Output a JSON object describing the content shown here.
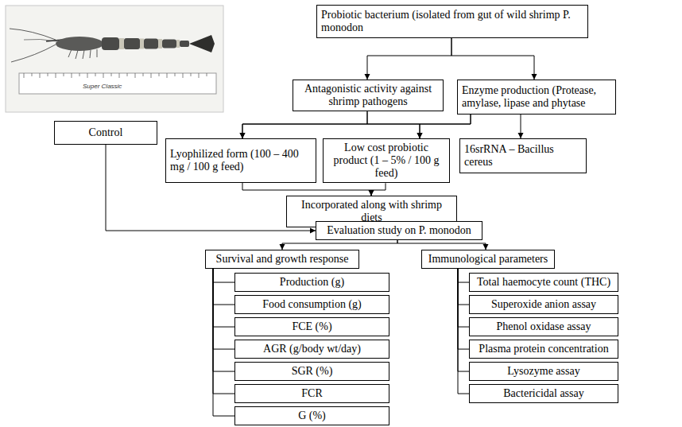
{
  "diagram": {
    "nodes": [
      {
        "text": [
          "Probiotic bacterium (isolated from gut of wild shrimp P. monodon"
        ]
      },
      {
        "text": [
          "Antagonistic activity against shrimp pathogens"
        ]
      },
      {
        "text": [
          "Enzyme production (Protease, amylase, lipase and phytase"
        ]
      },
      {
        "text": [
          "Control"
        ]
      },
      {
        "text": [
          "Lyophilized form (100 – 400 mg / 100 g feed)"
        ]
      },
      {
        "text": [
          "Low cost probiotic product (1 – 5% / 100 g feed)"
        ]
      },
      {
        "text": [
          "16srRNA – Bacillus cereus"
        ]
      },
      {
        "text": [
          "Incorporated along with shrimp diets"
        ]
      },
      {
        "text": [
          "Evaluation study on P. monodon"
        ]
      },
      {
        "text": [
          "Survival and growth response"
        ]
      },
      {
        "text": [
          "Immunological parameters"
        ]
      },
      {
        "text": [
          "Production (g)"
        ]
      },
      {
        "text": [
          "Food consumption (g)"
        ]
      },
      {
        "text": [
          "FCE (%)"
        ]
      },
      {
        "text": [
          "AGR (g/body wt/day)"
        ]
      },
      {
        "text": [
          "SGR (%)"
        ]
      },
      {
        "text": [
          "FCR"
        ]
      },
      {
        "text": [
          "G (%)"
        ]
      },
      {
        "text": [
          "Total haemocyte count (THC)"
        ]
      },
      {
        "text": [
          "Superoxide anion assay"
        ]
      },
      {
        "text": [
          "Phenol oxidase assay"
        ]
      },
      {
        "text": [
          "Plasma protein concentration"
        ]
      },
      {
        "text": [
          "Lysozyme assay"
        ]
      },
      {
        "text": [
          "Bactericidal assay"
        ]
      }
    ],
    "edges": [
      {
        "from": 0,
        "to": 1,
        "arrow": "to"
      },
      {
        "from": 0,
        "to": 2,
        "arrow": "to"
      },
      {
        "from": 1,
        "to": 4,
        "arrow": "to"
      },
      {
        "from": 1,
        "to": 5,
        "arrow": "to"
      },
      {
        "from": 2,
        "to": 4,
        "arrow": "to"
      },
      {
        "from": 2,
        "to": 5,
        "arrow": "to"
      },
      {
        "from": 2,
        "to": 6,
        "arrow": "to"
      },
      {
        "from": 4,
        "to": 7,
        "arrow": "to"
      },
      {
        "from": 5,
        "to": 7,
        "arrow": "to"
      },
      {
        "from": 7,
        "to": 8,
        "arrow": "to"
      },
      {
        "from": 3,
        "to": 8,
        "arrow": "to"
      },
      {
        "from": 8,
        "to": 9,
        "arrow": "to"
      },
      {
        "from": 8,
        "to": 10,
        "arrow": "to"
      },
      {
        "from": 9,
        "to": 11,
        "arrow": "none"
      },
      {
        "from": 9,
        "to": 12,
        "arrow": "none"
      },
      {
        "from": 9,
        "to": 13,
        "arrow": "none"
      },
      {
        "from": 9,
        "to": 14,
        "arrow": "none"
      },
      {
        "from": 9,
        "to": 15,
        "arrow": "none"
      },
      {
        "from": 9,
        "to": 16,
        "arrow": "none"
      },
      {
        "from": 9,
        "to": 17,
        "arrow": "none"
      },
      {
        "from": 10,
        "to": 18,
        "arrow": "none"
      },
      {
        "from": 10,
        "to": 19,
        "arrow": "none"
      },
      {
        "from": 10,
        "to": 20,
        "arrow": "none"
      },
      {
        "from": 10,
        "to": 21,
        "arrow": "none"
      },
      {
        "from": 10,
        "to": 22,
        "arrow": "none"
      },
      {
        "from": 10,
        "to": 23,
        "arrow": "none"
      }
    ],
    "labels": [
      "Super Classic"
    ]
  }
}
